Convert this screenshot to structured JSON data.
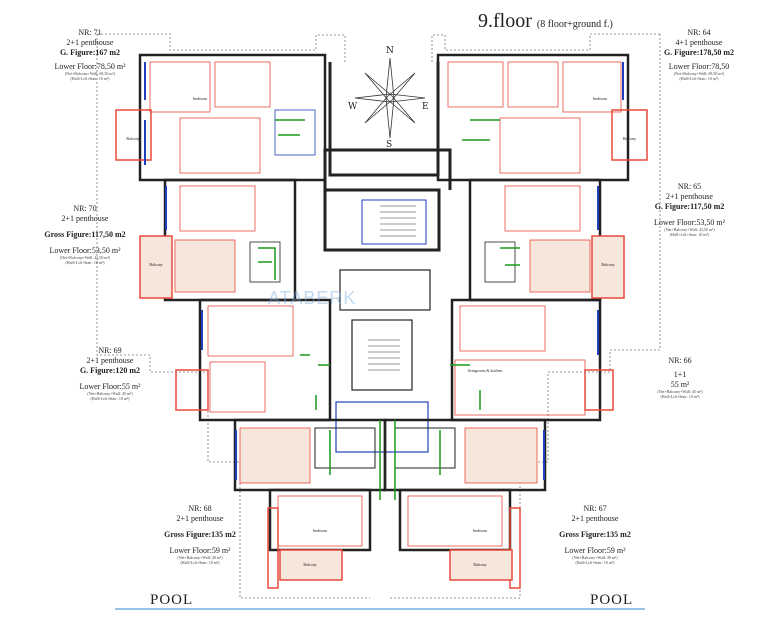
{
  "title": {
    "main": "9.floor",
    "sub": "(8 floor+ground f.)"
  },
  "compass": {
    "n": "N",
    "s": "S",
    "e": "E",
    "w": "W"
  },
  "watermark": "ATABERK",
  "pool_labels": [
    "POOL",
    "POOL"
  ],
  "units": {
    "nr71": {
      "nr": "NR: 71",
      "type": "2+1 penthouse",
      "figure": "G. Figure:167 m2",
      "lower": "Lower Floor:78,50 m²",
      "note": "(Net+Balcony+Wall: 68,30 m²)",
      "note2": "(Hall+Lift+Stair: 10 m²)"
    },
    "nr64": {
      "nr": "NR: 64",
      "type": "4+1 penthouse",
      "figure": "G. Figure:178,50 m2",
      "lower": "Lower Floor:78,50",
      "note": "(Net+Balcony+Wall: 68,50 m²)",
      "note2": "(Hall+Lift+Stair: 10 m²)"
    },
    "nr70": {
      "nr": "NR: 70",
      "type": "2+1 penthouse",
      "figure": "Gross Figure:117,50 m2",
      "lower": "Lower Floor:53,50 m²",
      "note": "(Net+Balcony+Wall: 43,50 m²)",
      "note2": "(Hall+Lift+Stair: 10 m²)"
    },
    "nr65": {
      "nr": "NR: 65",
      "type": "2+1 penthouse",
      "figure": "G. Figure:117,50 m2",
      "lower": "Lower Floor:53,50 m²",
      "note": "(Net+Balcony+Wall: 43,50 m²)",
      "note2": "(Hall+Lift+Stair: 10 m²)"
    },
    "nr69": {
      "nr": "NR: 69",
      "type": "2+1 penthouse",
      "figure": "G. Figure:120 m2",
      "lower": "Lower Floor:55 m²",
      "note": "(Net+Balcony+Wall: 45 m²)",
      "note2": "(Hall+Lift+Stair: 10 m²)"
    },
    "nr66": {
      "nr": "NR: 66",
      "type": "1+1",
      "area": "55 m²",
      "note": "(Net+Balcony+Wall: 45 m²)",
      "note2": "(Hall+Lift+Stair: 10 m²)"
    },
    "nr68": {
      "nr": "NR: 68",
      "type": "2+1 penthouse",
      "figure": "Gross Figure:135 m2",
      "lower": "Lower Floor:59 m²",
      "note": "(Net+Balcony+Wall: 49 m²)",
      "note2": "(Hall+Lift+Stair: 10 m²)"
    },
    "nr67": {
      "nr": "NR: 67",
      "type": "2+1 penthouse",
      "figure": "Gross Figure:135 m2",
      "lower": "Lower Floor:59 m²",
      "note": "(Net+Balcony+Wall: 49 m²)",
      "note2": "(Hall+Lift+Stair: 10 m²)"
    }
  },
  "room_labels": {
    "balcony": "Balcony",
    "bedroom": "bedroom",
    "livingroom": "livingroom & kitchen"
  },
  "colors": {
    "wall": "#222222",
    "room": "#e8493c",
    "door": "#1a9a1a",
    "window": "#1f3fbf",
    "dash": "#777777",
    "fill": "#f7e6dc"
  }
}
